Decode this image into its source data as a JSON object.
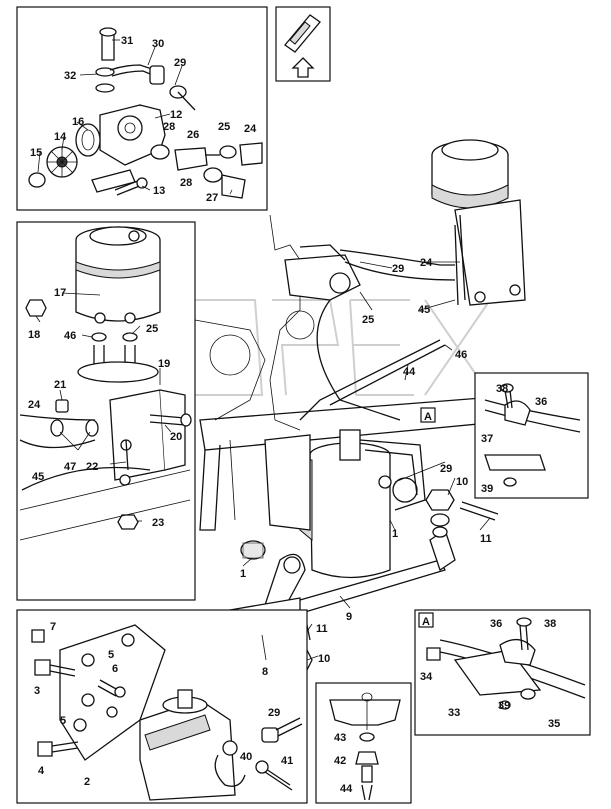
{
  "labels": {
    "p1": "1",
    "p2": "2",
    "p3": "3",
    "p4": "4",
    "p5": "5",
    "p6": "6",
    "p7": "7",
    "p8": "8",
    "p9": "9",
    "p10": "10",
    "p11": "11",
    "p12": "12",
    "p13": "13",
    "p14": "14",
    "p15": "15",
    "p16": "16",
    "p17": "17",
    "p18": "18",
    "p19": "19",
    "p20": "20",
    "p21": "21",
    "p22": "22",
    "p23": "23",
    "p24": "24",
    "p25": "25",
    "p26": "26",
    "p27": "27",
    "p28": "28",
    "p29": "29",
    "p30": "30",
    "p31": "31",
    "p32": "32",
    "p33": "33",
    "p34": "34",
    "p35": "35",
    "p36": "36",
    "p37": "37",
    "p38": "38",
    "p39": "39",
    "p40": "40",
    "p41": "41",
    "p42": "42",
    "p43": "43",
    "p44": "44",
    "p45": "45",
    "p46": "46",
    "p47": "47"
  },
  "callout_marker": "A",
  "watermark": "OPEX",
  "colors": {
    "ink": "#111111",
    "paper": "#ffffff",
    "watermark": "#cfcfcf"
  }
}
